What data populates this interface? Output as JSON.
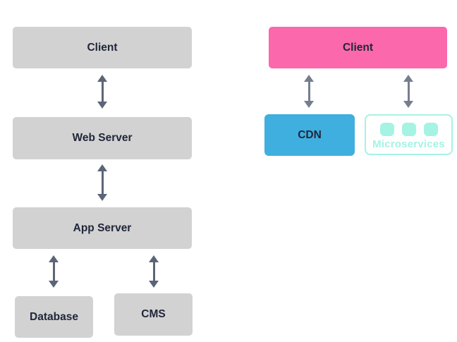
{
  "diagram_left": {
    "name": "traditional-architecture",
    "nodes": {
      "client": {
        "label": "Client"
      },
      "web_server": {
        "label": "Web Server"
      },
      "app_server": {
        "label": "App Server"
      },
      "database": {
        "label": "Database"
      },
      "cms": {
        "label": "CMS"
      }
    },
    "connections": [
      "client-web_server",
      "web_server-app_server",
      "app_server-database",
      "app_server-cms"
    ]
  },
  "diagram_right": {
    "name": "modern-architecture",
    "nodes": {
      "client": {
        "label": "Client"
      },
      "cdn": {
        "label": "CDN"
      },
      "microservices": {
        "label": "Microservices",
        "icon": "three-squares"
      }
    },
    "connections": [
      "client-cdn",
      "client-microservices"
    ]
  },
  "colors": {
    "node_gray": "#d2d2d2",
    "node_pink": "#fb68ac",
    "node_blue": "#3fafdf",
    "accent_aqua": "#a5f3e3",
    "arrow_dark": "#5c6577",
    "arrow_light": "#767e8d",
    "text_dark": "#20273a",
    "background": "#ffffff"
  }
}
